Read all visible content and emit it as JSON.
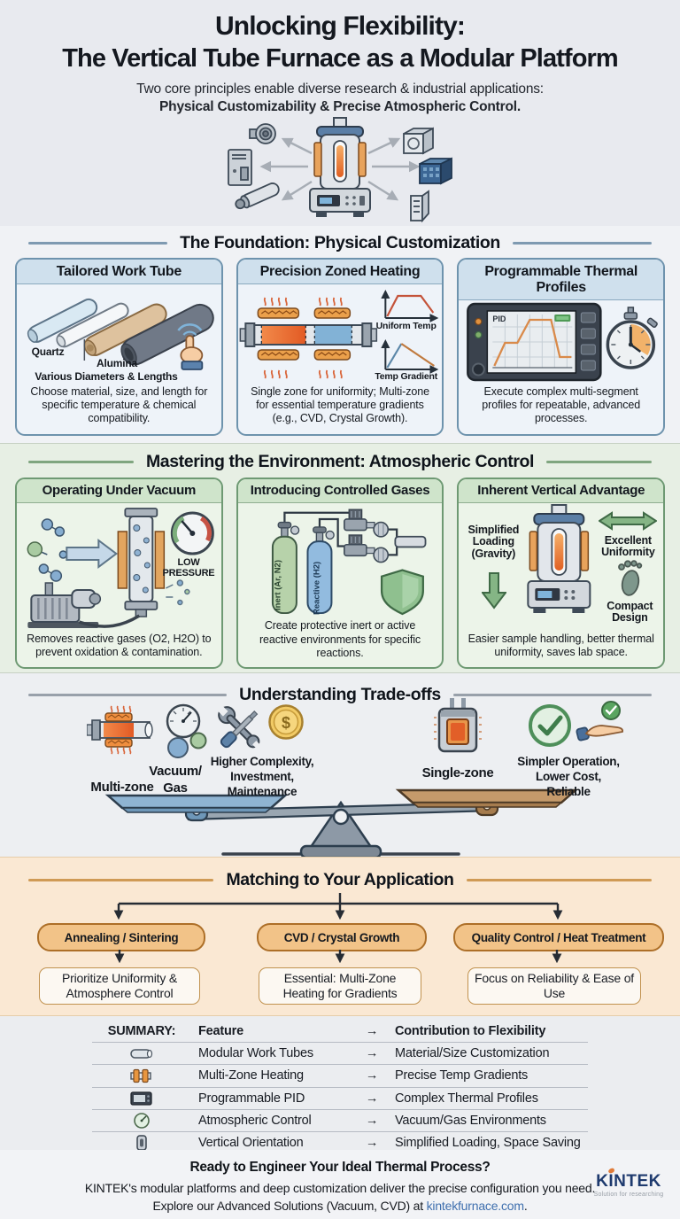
{
  "header": {
    "title_line1": "Unlocking Flexibility:",
    "title_line2": "The Vertical Tube Furnace as a Modular Platform",
    "subtitle": "Two core principles enable diverse research & industrial applications:",
    "subtitle_bold": "Physical Customizability & Precise Atmospheric Control."
  },
  "foundation": {
    "heading": "The Foundation: Physical Customization",
    "cards": [
      {
        "title": "Tailored Work Tube",
        "label_quartz": "Quartz",
        "label_alumina": "Alumina",
        "label_various": "Various Diameters & Lengths",
        "desc": "Choose material, size, and length for specific temperature & chemical compatibility."
      },
      {
        "title": "Precision Zoned Heating",
        "label_uniform": "Uniform Temp",
        "label_gradient": "Temp Gradient",
        "desc": "Single zone for uniformity; Multi-zone for essential temperature gradients (e.g., CVD, Crystal Growth)."
      },
      {
        "title": "Programmable Thermal Profiles",
        "label_pid": "PID",
        "desc": "Execute complex multi-segment profiles for repeatable, advanced processes."
      }
    ]
  },
  "atmosphere": {
    "heading": "Mastering the Environment: Atmospheric Control",
    "cards": [
      {
        "title": "Operating Under Vacuum",
        "label_gauge": "LOW\nPRESSURE",
        "desc": "Removes reactive gases (O2, H2O) to prevent oxidation & contamination."
      },
      {
        "title": "Introducing Controlled Gases",
        "label_inert": "Inert (Ar, N2)",
        "label_reactive": "Reactive (H2)",
        "desc": "Create protective inert or active reactive environments for specific reactions."
      },
      {
        "title": "Inherent Vertical Advantage",
        "label_loading": "Simplified\nLoading\n(Gravity)",
        "label_uniformity": "Excellent\nUniformity",
        "label_compact": "Compact\nDesign",
        "desc": "Easier sample handling, better thermal uniformity, saves lab space."
      }
    ]
  },
  "tradeoffs": {
    "heading": "Understanding Trade-offs",
    "left_item1": "Multi-zone",
    "left_item2": "Vacuum/\nGas",
    "left_item3": "Higher Complexity,\nInvestment,\nMaintenance",
    "right_item1": "Single-zone",
    "right_item2": "Simpler Operation,\nLower Cost,\nReliable",
    "coin_symbol": "$"
  },
  "matching": {
    "heading": "Matching to Your Application",
    "columns": [
      {
        "app": "Annealing / Sintering",
        "rec": "Prioritize Uniformity & Atmosphere Control"
      },
      {
        "app": "CVD / Crystal Growth",
        "rec": "Essential: Multi-Zone Heating for Gradients"
      },
      {
        "app": "Quality Control / Heat Treatment",
        "rec": "Focus on Reliability & Ease of Use"
      }
    ]
  },
  "summary": {
    "label": "SUMMARY:",
    "col_feature": "Feature",
    "col_contribution": "Contribution to Flexibility",
    "arrow": "→",
    "rows": [
      {
        "feature": "Modular Work Tubes",
        "contribution": "Material/Size Customization"
      },
      {
        "feature": "Multi-Zone Heating",
        "contribution": "Precise Temp Gradients"
      },
      {
        "feature": "Programmable PID",
        "contribution": "Complex Thermal Profiles"
      },
      {
        "feature": "Atmospheric Control",
        "contribution": "Vacuum/Gas Environments"
      },
      {
        "feature": "Vertical Orientation",
        "contribution": "Simplified Loading, Space Saving"
      }
    ]
  },
  "footer": {
    "cta": "Ready to Engineer Your Ideal Thermal Process?",
    "body_part1": "KINTEK's modular platforms and deep customization deliver the precise configuration you need. Explore our Advanced Solutions (Vacuum, CVD) at ",
    "link_text": "kintekfurnace.com",
    "body_part2": ".",
    "logo_text": "KINTEK",
    "logo_tagline": "Solution for researching"
  },
  "colors": {
    "blue_card_header": "#cfe0ed",
    "green_card_header": "#cfe4cb",
    "matching_bg": "#fae8d3",
    "link": "#3f6fae",
    "kintek_navy": "#1e3a6e",
    "kintek_orange": "#e07b39",
    "heater_orange": "#e8a35c",
    "hot_zone": "#e8652a",
    "cool_zone": "#82b2d6"
  }
}
